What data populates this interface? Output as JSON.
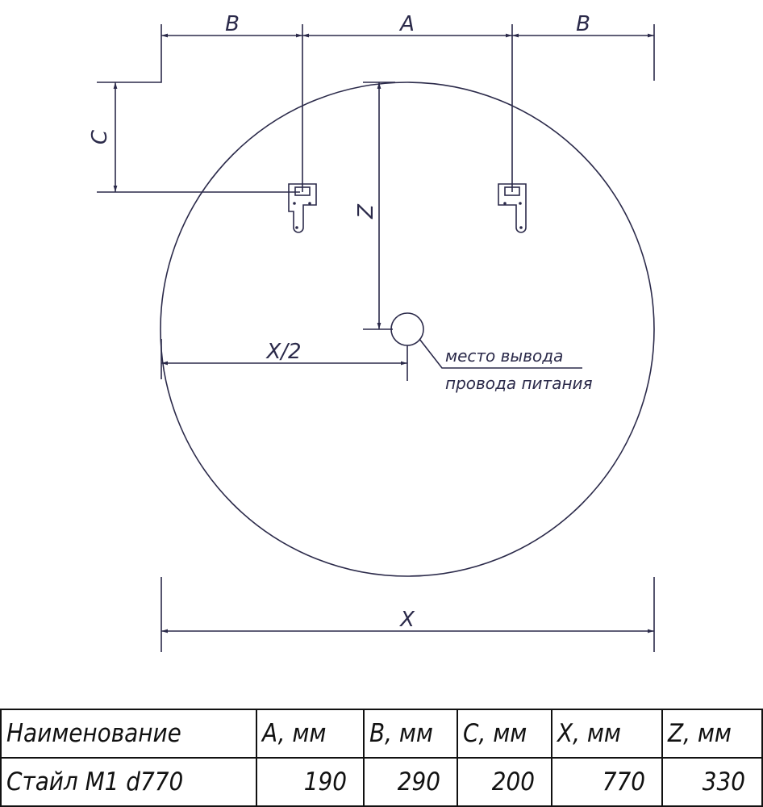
{
  "drawing": {
    "dimension_labels": {
      "A": "A",
      "B_left": "B",
      "B_right": "B",
      "C": "C",
      "Z": "Z",
      "X_half": "X/2",
      "X": "X"
    },
    "note_line1": "место вывода",
    "note_line2": "провода питания",
    "line_color": "#2b2a4a"
  },
  "table": {
    "headers": [
      "Наименование",
      "A, мм",
      "B, мм",
      "C, мм",
      "X, мм",
      "Z, мм"
    ],
    "rows": [
      [
        "Стайл М1 d770",
        "190",
        "290",
        "200",
        "770",
        "330"
      ]
    ]
  }
}
